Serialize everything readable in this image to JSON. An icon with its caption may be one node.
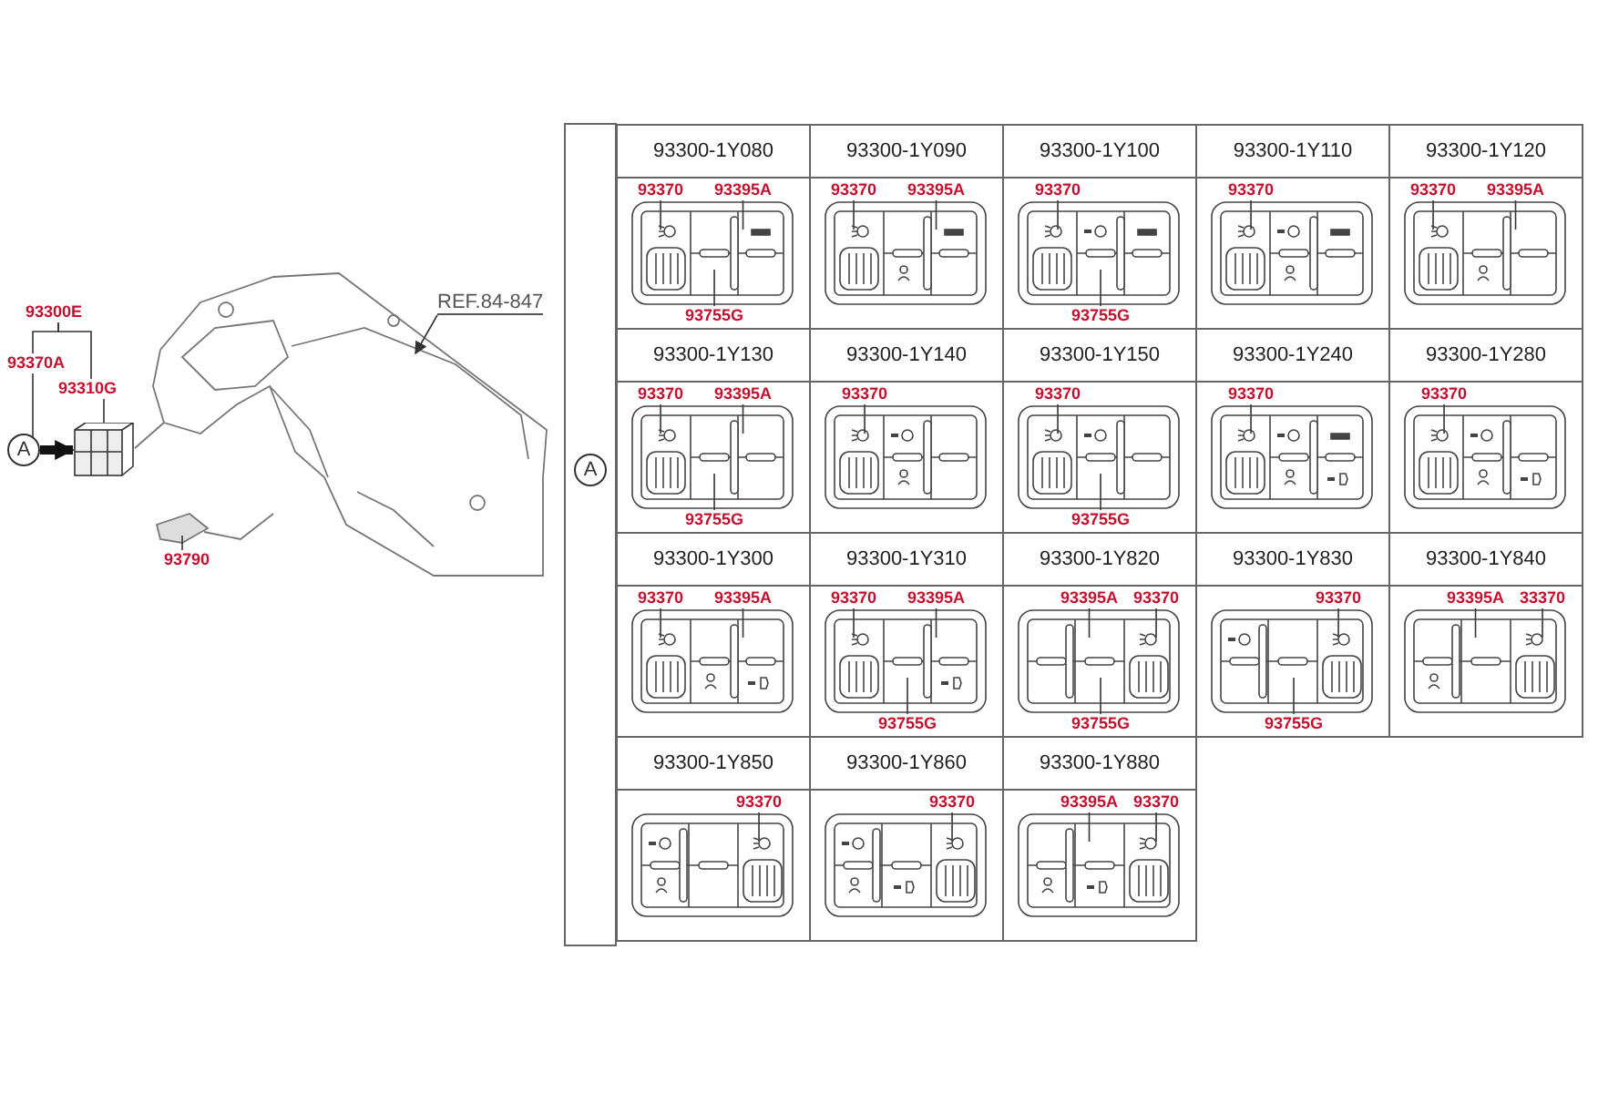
{
  "diagram": {
    "nodes": [
      {
        "text": [
          "93300E"
        ]
      },
      {
        "text": [
          "93370A"
        ]
      },
      {
        "text": [
          "93310G"
        ]
      },
      {
        "text": [
          "REF.84-847"
        ]
      },
      {
        "text": [],
        "shape": "box"
      },
      {
        "text": [
          "A"
        ]
      },
      {
        "text": [
          "93790"
        ]
      },
      {
        "text": [
          "A"
        ]
      },
      {
        "text": [
          "93300-1Y080"
        ]
      },
      {
        "text": [
          "93370"
        ],
        "in": 8
      },
      {
        "text": [
          "93395A"
        ],
        "in": 8
      },
      {
        "text": [
          "93755G"
        ],
        "in": 8
      },
      {
        "text": [
          "93300-1Y090"
        ]
      },
      {
        "text": [
          "93370"
        ],
        "in": 12
      },
      {
        "text": [
          "93395A"
        ],
        "in": 12
      },
      {
        "text": [
          "93300-1Y100"
        ]
      },
      {
        "text": [
          "93370"
        ],
        "in": 15
      },
      {
        "text": [
          "93755G"
        ],
        "in": 15
      },
      {
        "text": [
          "93300-1Y110"
        ]
      },
      {
        "text": [
          "93370"
        ],
        "in": 18
      },
      {
        "text": [
          "93300-1Y120"
        ]
      },
      {
        "text": [
          "93370"
        ],
        "in": 20
      },
      {
        "text": [
          "93395A"
        ],
        "in": 20
      },
      {
        "text": [
          "93300-1Y130"
        ]
      },
      {
        "text": [
          "93370"
        ],
        "in": 23
      },
      {
        "text": [
          "93395A"
        ],
        "in": 23
      },
      {
        "text": [
          "93755G"
        ],
        "in": 23
      },
      {
        "text": [
          "93300-1Y140"
        ]
      },
      {
        "text": [
          "93370"
        ],
        "in": 27
      },
      {
        "text": [
          "93300-1Y150"
        ]
      },
      {
        "text": [
          "93370"
        ],
        "in": 29
      },
      {
        "text": [
          "93755G"
        ],
        "in": 29
      },
      {
        "text": [
          "93300-1Y240"
        ]
      },
      {
        "text": [
          "93370"
        ],
        "in": 32
      },
      {
        "text": [
          "93300-1Y280"
        ]
      },
      {
        "text": [
          "93370"
        ],
        "in": 34
      },
      {
        "text": [
          "93300-1Y300"
        ]
      },
      {
        "text": [
          "93370"
        ],
        "in": 36
      },
      {
        "text": [
          "93395A"
        ],
        "in": 36
      },
      {
        "text": [
          "93300-1Y310"
        ]
      },
      {
        "text": [
          "93370"
        ],
        "in": 39
      },
      {
        "text": [
          "93395A"
        ],
        "in": 39
      },
      {
        "text": [
          "93755G"
        ],
        "in": 39
      },
      {
        "text": [
          "93300-1Y820"
        ]
      },
      {
        "text": [
          "93395A"
        ],
        "in": 43
      },
      {
        "text": [
          "93370"
        ],
        "in": 43
      },
      {
        "text": [
          "93755G"
        ],
        "in": 43
      },
      {
        "text": [
          "93300-1Y830"
        ]
      },
      {
        "text": [
          "93370"
        ],
        "in": 47
      },
      {
        "text": [
          "93755G"
        ],
        "in": 47
      },
      {
        "text": [
          "93300-1Y840"
        ]
      },
      {
        "text": [
          "93395A"
        ],
        "in": 50
      },
      {
        "text": [
          "33370"
        ],
        "in": 50
      },
      {
        "text": [
          "93300-1Y850"
        ]
      },
      {
        "text": [
          "93370"
        ],
        "in": 53
      },
      {
        "text": [
          "93300-1Y860"
        ]
      },
      {
        "text": [
          "93370"
        ],
        "in": 55
      },
      {
        "text": [
          "93300-1Y880"
        ]
      },
      {
        "text": [
          "93395A"
        ],
        "in": 57
      },
      {
        "text": [
          "93370"
        ],
        "in": 57
      }
    ],
    "edges": [
      {
        "from": 0,
        "to": 1,
        "arrow": "none"
      },
      {
        "from": 0,
        "to": 2,
        "arrow": "none"
      },
      {
        "from": 1,
        "to": 4,
        "arrow": "none"
      },
      {
        "from": 2,
        "to": 4,
        "arrow": "none"
      },
      {
        "from": 3,
        "to": null,
        "arrow": "to"
      },
      {
        "from": 5,
        "to": 4,
        "arrow": "to",
        "style": "thick"
      },
      {
        "from": 6,
        "to": null,
        "arrow": "none"
      },
      {
        "from": 9,
        "to": null,
        "arrow": "none"
      },
      {
        "from": 10,
        "to": null,
        "arrow": "none"
      },
      {
        "from": 11,
        "to": null,
        "arrow": "none"
      },
      {
        "from": 13,
        "to": null,
        "arrow": "none"
      },
      {
        "from": 14,
        "to": null,
        "arrow": "none"
      },
      {
        "from": 16,
        "to": null,
        "arrow": "none"
      },
      {
        "from": 17,
        "to": null,
        "arrow": "none"
      },
      {
        "from": 19,
        "to": null,
        "arrow": "none"
      },
      {
        "from": 21,
        "to": null,
        "arrow": "none"
      },
      {
        "from": 22,
        "to": null,
        "arrow": "none"
      },
      {
        "from": 24,
        "to": null,
        "arrow": "none"
      },
      {
        "from": 25,
        "to": null,
        "arrow": "none"
      },
      {
        "from": 26,
        "to": null,
        "arrow": "none"
      },
      {
        "from": 28,
        "to": null,
        "arrow": "none"
      },
      {
        "from": 30,
        "to": null,
        "arrow": "none"
      },
      {
        "from": 31,
        "to": null,
        "arrow": "none"
      },
      {
        "from": 33,
        "to": null,
        "arrow": "none"
      },
      {
        "from": 35,
        "to": null,
        "arrow": "none"
      },
      {
        "from": 37,
        "to": null,
        "arrow": "none"
      },
      {
        "from": 38,
        "to": null,
        "arrow": "none"
      },
      {
        "from": 40,
        "to": null,
        "arrow": "none"
      },
      {
        "from": 41,
        "to": null,
        "arrow": "none"
      },
      {
        "from": 42,
        "to": null,
        "arrow": "none"
      },
      {
        "from": 44,
        "to": null,
        "arrow": "none"
      },
      {
        "from": 45,
        "to": null,
        "arrow": "none"
      },
      {
        "from": 46,
        "to": null,
        "arrow": "none"
      },
      {
        "from": 48,
        "to": null,
        "arrow": "none"
      },
      {
        "from": 49,
        "to": null,
        "arrow": "none"
      },
      {
        "from": 51,
        "to": null,
        "arrow": "none"
      },
      {
        "from": 52,
        "to": null,
        "arrow": "none"
      },
      {
        "from": 54,
        "to": null,
        "arrow": "none"
      },
      {
        "from": 56,
        "to": null,
        "arrow": "none"
      },
      {
        "from": 58,
        "to": null,
        "arrow": "none"
      },
      {
        "from": 59,
        "to": null,
        "arrow": "none"
      }
    ]
  }
}
